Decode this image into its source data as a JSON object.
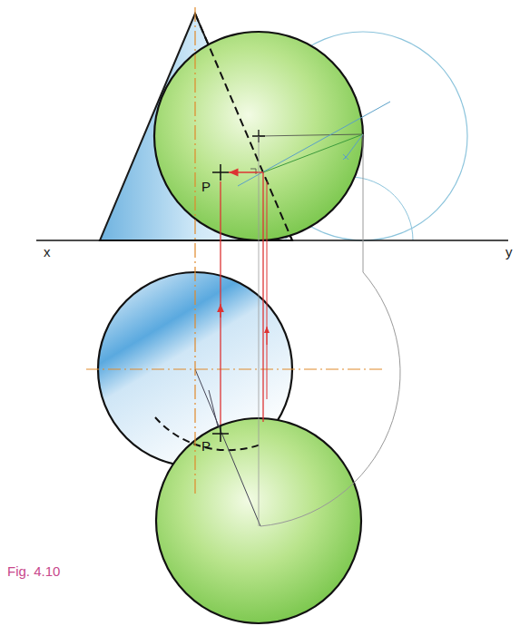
{
  "diagram": {
    "caption": "Fig. 4.10",
    "labels": [
      "x",
      "y",
      "P",
      "P"
    ]
  }
}
